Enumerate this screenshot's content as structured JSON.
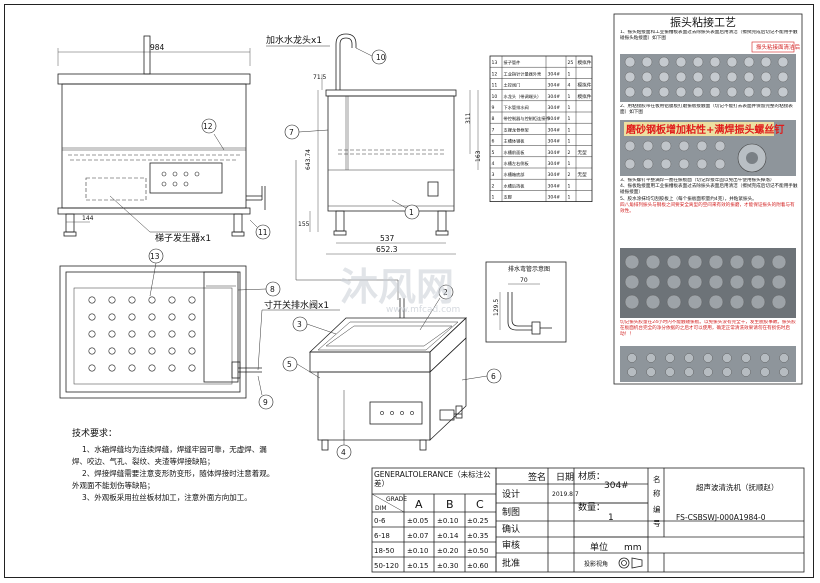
{
  "front_view": {
    "width_dim": "984",
    "small_dim": "144",
    "generator_label": "梯子发生器x1",
    "balloon_12": "12",
    "balloon_11": "11"
  },
  "side_view": {
    "faucet_label": "加水水龙头x1",
    "balloon_10": "10",
    "balloon_7": "7",
    "balloon_1": "1",
    "dims": {
      "top": "71.5",
      "right1": "311",
      "right2": "163",
      "height": "643.74",
      "lower": "155",
      "depth": "537",
      "total": "652.3"
    }
  },
  "top_view": {
    "balloon_13": "13",
    "balloon_8": "8",
    "balloon_9": "9",
    "valve_label": "寸开关排水阀x1"
  },
  "iso_view": {
    "balloon_2": "2",
    "balloon_3": "3",
    "balloon_5": "5",
    "balloon_6": "6",
    "balloon_4": "4"
  },
  "detail": {
    "title": "排水弯管示意图",
    "dim_v": "129.5",
    "dim_h": "70"
  },
  "bom": {
    "headers": [
      "13",
      "接子管件",
      "",
      "25",
      "模拟件"
    ],
    "rows": [
      [
        "13",
        "接子管件",
        "",
        "25",
        "模拟件"
      ],
      [
        "12",
        "工业指针计量器外壳",
        "304#",
        "1",
        ""
      ],
      [
        "11",
        "土控阀门",
        "304#",
        "4",
        "模拟件"
      ],
      [
        "10",
        "水龙头（带调端头）",
        "304#",
        "1",
        "模拟件"
      ],
      [
        "9",
        "下水管排水阀",
        "304#",
        "1",
        ""
      ],
      [
        "8",
        "带控制器与控制柜连接件",
        "304#",
        "1",
        ""
      ],
      [
        "7",
        "支撑龙骨框架",
        "304#",
        "1",
        ""
      ],
      [
        "6",
        "主槽体钢板",
        "304#",
        "1",
        ""
      ],
      [
        "5",
        "水槽前面板",
        "304#",
        "2",
        "无型"
      ],
      [
        "4",
        "水槽左右侧板",
        "304#",
        "1",
        ""
      ],
      [
        "3",
        "水槽箱底部",
        "304#",
        "2",
        "无型"
      ],
      [
        "2",
        "水槽后挡板",
        "304#",
        "1",
        ""
      ],
      [
        "1",
        "支脚",
        "304#",
        "1",
        ""
      ]
    ]
  },
  "process": {
    "title": "振头粘接工艺",
    "step1": "1、振头粘接面和工业振槽板表面过去除振头表面后用清洁（擦拭完成后切记不能用手触碰振头粘接面）如下图",
    "red_box": "振头粘接面清洁后",
    "step2": "2、用粘接胶带在板用铝膜板打磨振板接触面（切记不能打去表面并保留完整的粘接表面）如下图",
    "highlight": "磨砂钢板增加粘性+满焊振头螺丝钉",
    "step3": "3、振头螺钉平整满焊一圈在振板面（切记焊接牢固以免出午使用振头掉落）",
    "step4": "4、振板粘接面用工业振槽板表面过去除振头表面后用清洁（擦拭完成后切记不能用手触碰振接面）",
    "step5": "5、胶水涂抹均匀刮胶板上（每个振板面积量约4克），并粘紧振头。",
    "red_note1": "四八角排列振头与钢板之间要安全离型的空间来有效的振磨，才能保证振头的附着与有效性。",
    "red_note2": "切记振头胶量在24小时内不能触碰振板。以免振头没有完全干，发生脱胶事故。振头胶在板面机台完全的净分依据的之后才可以使用，确定正常清洗效果请勿在有损伤时启动！！"
  },
  "notes": {
    "title": "技术要求：",
    "lines": [
      "1、水箱焊缝均为连续焊缝，焊缝牢固可靠，无虚焊、漏",
      "焊、咬边、气孔、裂纹、夹渣等焊接缺陷；",
      "2、焊接焊缝需要注意变形防变形，随体焊接时注意着观。",
      "外观面不能划伤等缺陷；",
      "3、外观板采用拉丝板材加工，注意外面方向加工。"
    ]
  },
  "tolerance": {
    "title": "GENERALTOLERANCE（未标注公差）",
    "grade_label": "GRADE",
    "dim_label": "DIM",
    "grades": [
      "A",
      "B",
      "C"
    ],
    "rows": [
      [
        "0-6",
        "±0.05",
        "±0.10",
        "±0.25"
      ],
      [
        "6-18",
        "±0.07",
        "±0.14",
        "±0.35"
      ],
      [
        "18-50",
        "±0.10",
        "±0.20",
        "±0.50"
      ],
      [
        "50-120",
        "±0.15",
        "±0.30",
        "±0.60"
      ]
    ]
  },
  "titleblock": {
    "sign": "签名",
    "date": "日期",
    "material_label": "材质：",
    "material": "304#",
    "name_label_1": "名",
    "name_label_2": "称",
    "product_name": "超声波清洗机（抚顺赵）",
    "design": "设计",
    "design_date": "2019.8.7",
    "drawing": "制图",
    "qty_label": "数量：",
    "qty": "1",
    "code_label_1": "编",
    "code_label_2": "号",
    "code": "FS-CSBSWJ-000A1984-0",
    "confirm": "确认",
    "review": "审核",
    "unit_label": "单位",
    "unit": "mm",
    "approve": "批准",
    "projection": "投影视角"
  },
  "watermark": {
    "main": "沐风网",
    "url": "www.mfcad.com"
  }
}
